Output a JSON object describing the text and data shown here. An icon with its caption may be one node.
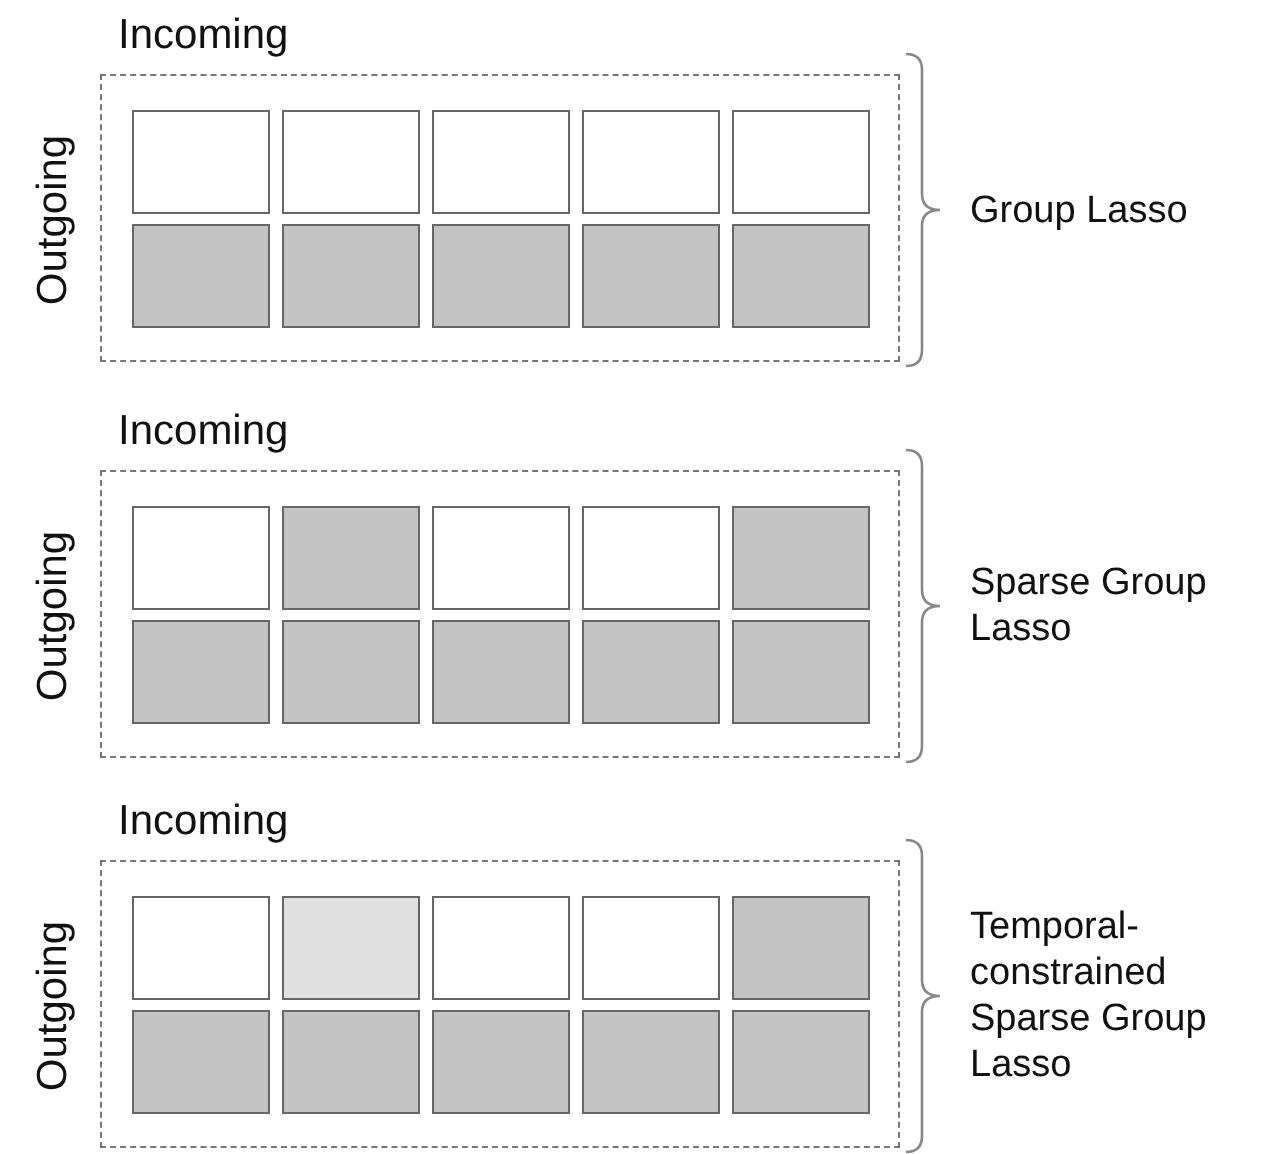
{
  "diagram": {
    "nodes": [
      {
        "text": [
          "Incoming",
          "Outgoing"
        ],
        "beside": [
          "Group Lasso"
        ]
      },
      {
        "text": [],
        "shape": "box",
        "in": 0
      },
      {
        "text": [],
        "shape": "box",
        "in": 0
      },
      {
        "text": [],
        "shape": "box",
        "in": 0
      },
      {
        "text": [],
        "shape": "box",
        "in": 0
      },
      {
        "text": [],
        "shape": "box",
        "in": 0
      },
      {
        "text": [],
        "shape": "box",
        "in": 0
      },
      {
        "text": [],
        "shape": "box",
        "in": 0
      },
      {
        "text": [],
        "shape": "box",
        "in": 0
      },
      {
        "text": [],
        "shape": "box",
        "in": 0
      },
      {
        "text": [],
        "shape": "box",
        "in": 0
      },
      {
        "text": [
          "Incoming",
          "Outgoing"
        ],
        "beside": [
          "Sparse Group Lasso"
        ]
      },
      {
        "text": [],
        "shape": "box",
        "in": 11
      },
      {
        "text": [],
        "shape": "box",
        "in": 11
      },
      {
        "text": [],
        "shape": "box",
        "in": 11
      },
      {
        "text": [],
        "shape": "box",
        "in": 11
      },
      {
        "text": [],
        "shape": "box",
        "in": 11
      },
      {
        "text": [],
        "shape": "box",
        "in": 11
      },
      {
        "text": [],
        "shape": "box",
        "in": 11
      },
      {
        "text": [],
        "shape": "box",
        "in": 11
      },
      {
        "text": [],
        "shape": "box",
        "in": 11
      },
      {
        "text": [],
        "shape": "box",
        "in": 11
      },
      {
        "text": [
          "Incoming",
          "Outgoing"
        ],
        "beside": [
          "Temporal-constrained Sparse Group Lasso"
        ]
      },
      {
        "text": [],
        "shape": "box",
        "in": 22
      },
      {
        "text": [],
        "shape": "box",
        "in": 22
      },
      {
        "text": [],
        "shape": "box",
        "in": 22
      },
      {
        "text": [],
        "shape": "box",
        "in": 22
      },
      {
        "text": [],
        "shape": "box",
        "in": 22
      },
      {
        "text": [],
        "shape": "box",
        "in": 22
      },
      {
        "text": [],
        "shape": "box",
        "in": 22
      },
      {
        "text": [],
        "shape": "box",
        "in": 22
      },
      {
        "text": [],
        "shape": "box",
        "in": 22
      },
      {
        "text": [],
        "shape": "box",
        "in": 22
      }
    ]
  }
}
